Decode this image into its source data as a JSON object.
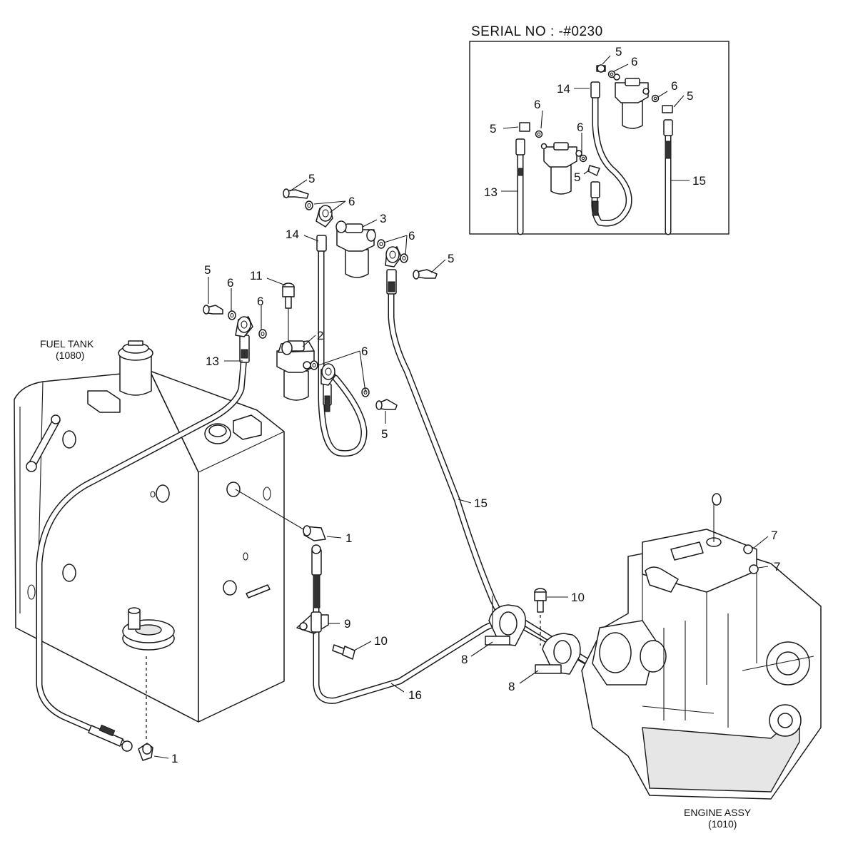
{
  "inset": {
    "heading": "SERIAL NO : -#0230"
  },
  "assemblies": {
    "fuel_tank": {
      "name": "FUEL TANK",
      "ref": "(1080)"
    },
    "engine": {
      "name": "ENGINE ASSY",
      "ref": "(1010)"
    }
  },
  "callouts": {
    "tank_fitting_upper": "1",
    "tank_fitting_lower": "1",
    "filter_main": "2",
    "filter_upper": "3",
    "bolt_upper_left": "5",
    "bolt_upper_right": "5",
    "bolt_left": "5",
    "bolt_center": "5",
    "washer_upper": "6",
    "washer_upper_right": "6",
    "washer_left_a": "6",
    "washer_left_b": "6",
    "washer_center": "6",
    "engine_fitting_a": "7",
    "engine_fitting_b": "7",
    "clamp_a": "8",
    "clamp_b": "8",
    "hose_clamp": "9",
    "bolt_clamp_a": "10",
    "bolt_clamp_b": "10",
    "bolt_filter": "11",
    "hose_13": "13",
    "hose_14": "14",
    "pipe_15": "15",
    "pipe_16": "16",
    "inset_bolt_a": "5",
    "inset_bolt_b": "5",
    "inset_bolt_c": "5",
    "inset_bolt_d": "5",
    "inset_washer_a": "6",
    "inset_washer_b": "6",
    "inset_washer_c": "6",
    "inset_washer_d": "6",
    "inset_hose_13": "13",
    "inset_hose_14": "14",
    "inset_hose_15": "15"
  }
}
